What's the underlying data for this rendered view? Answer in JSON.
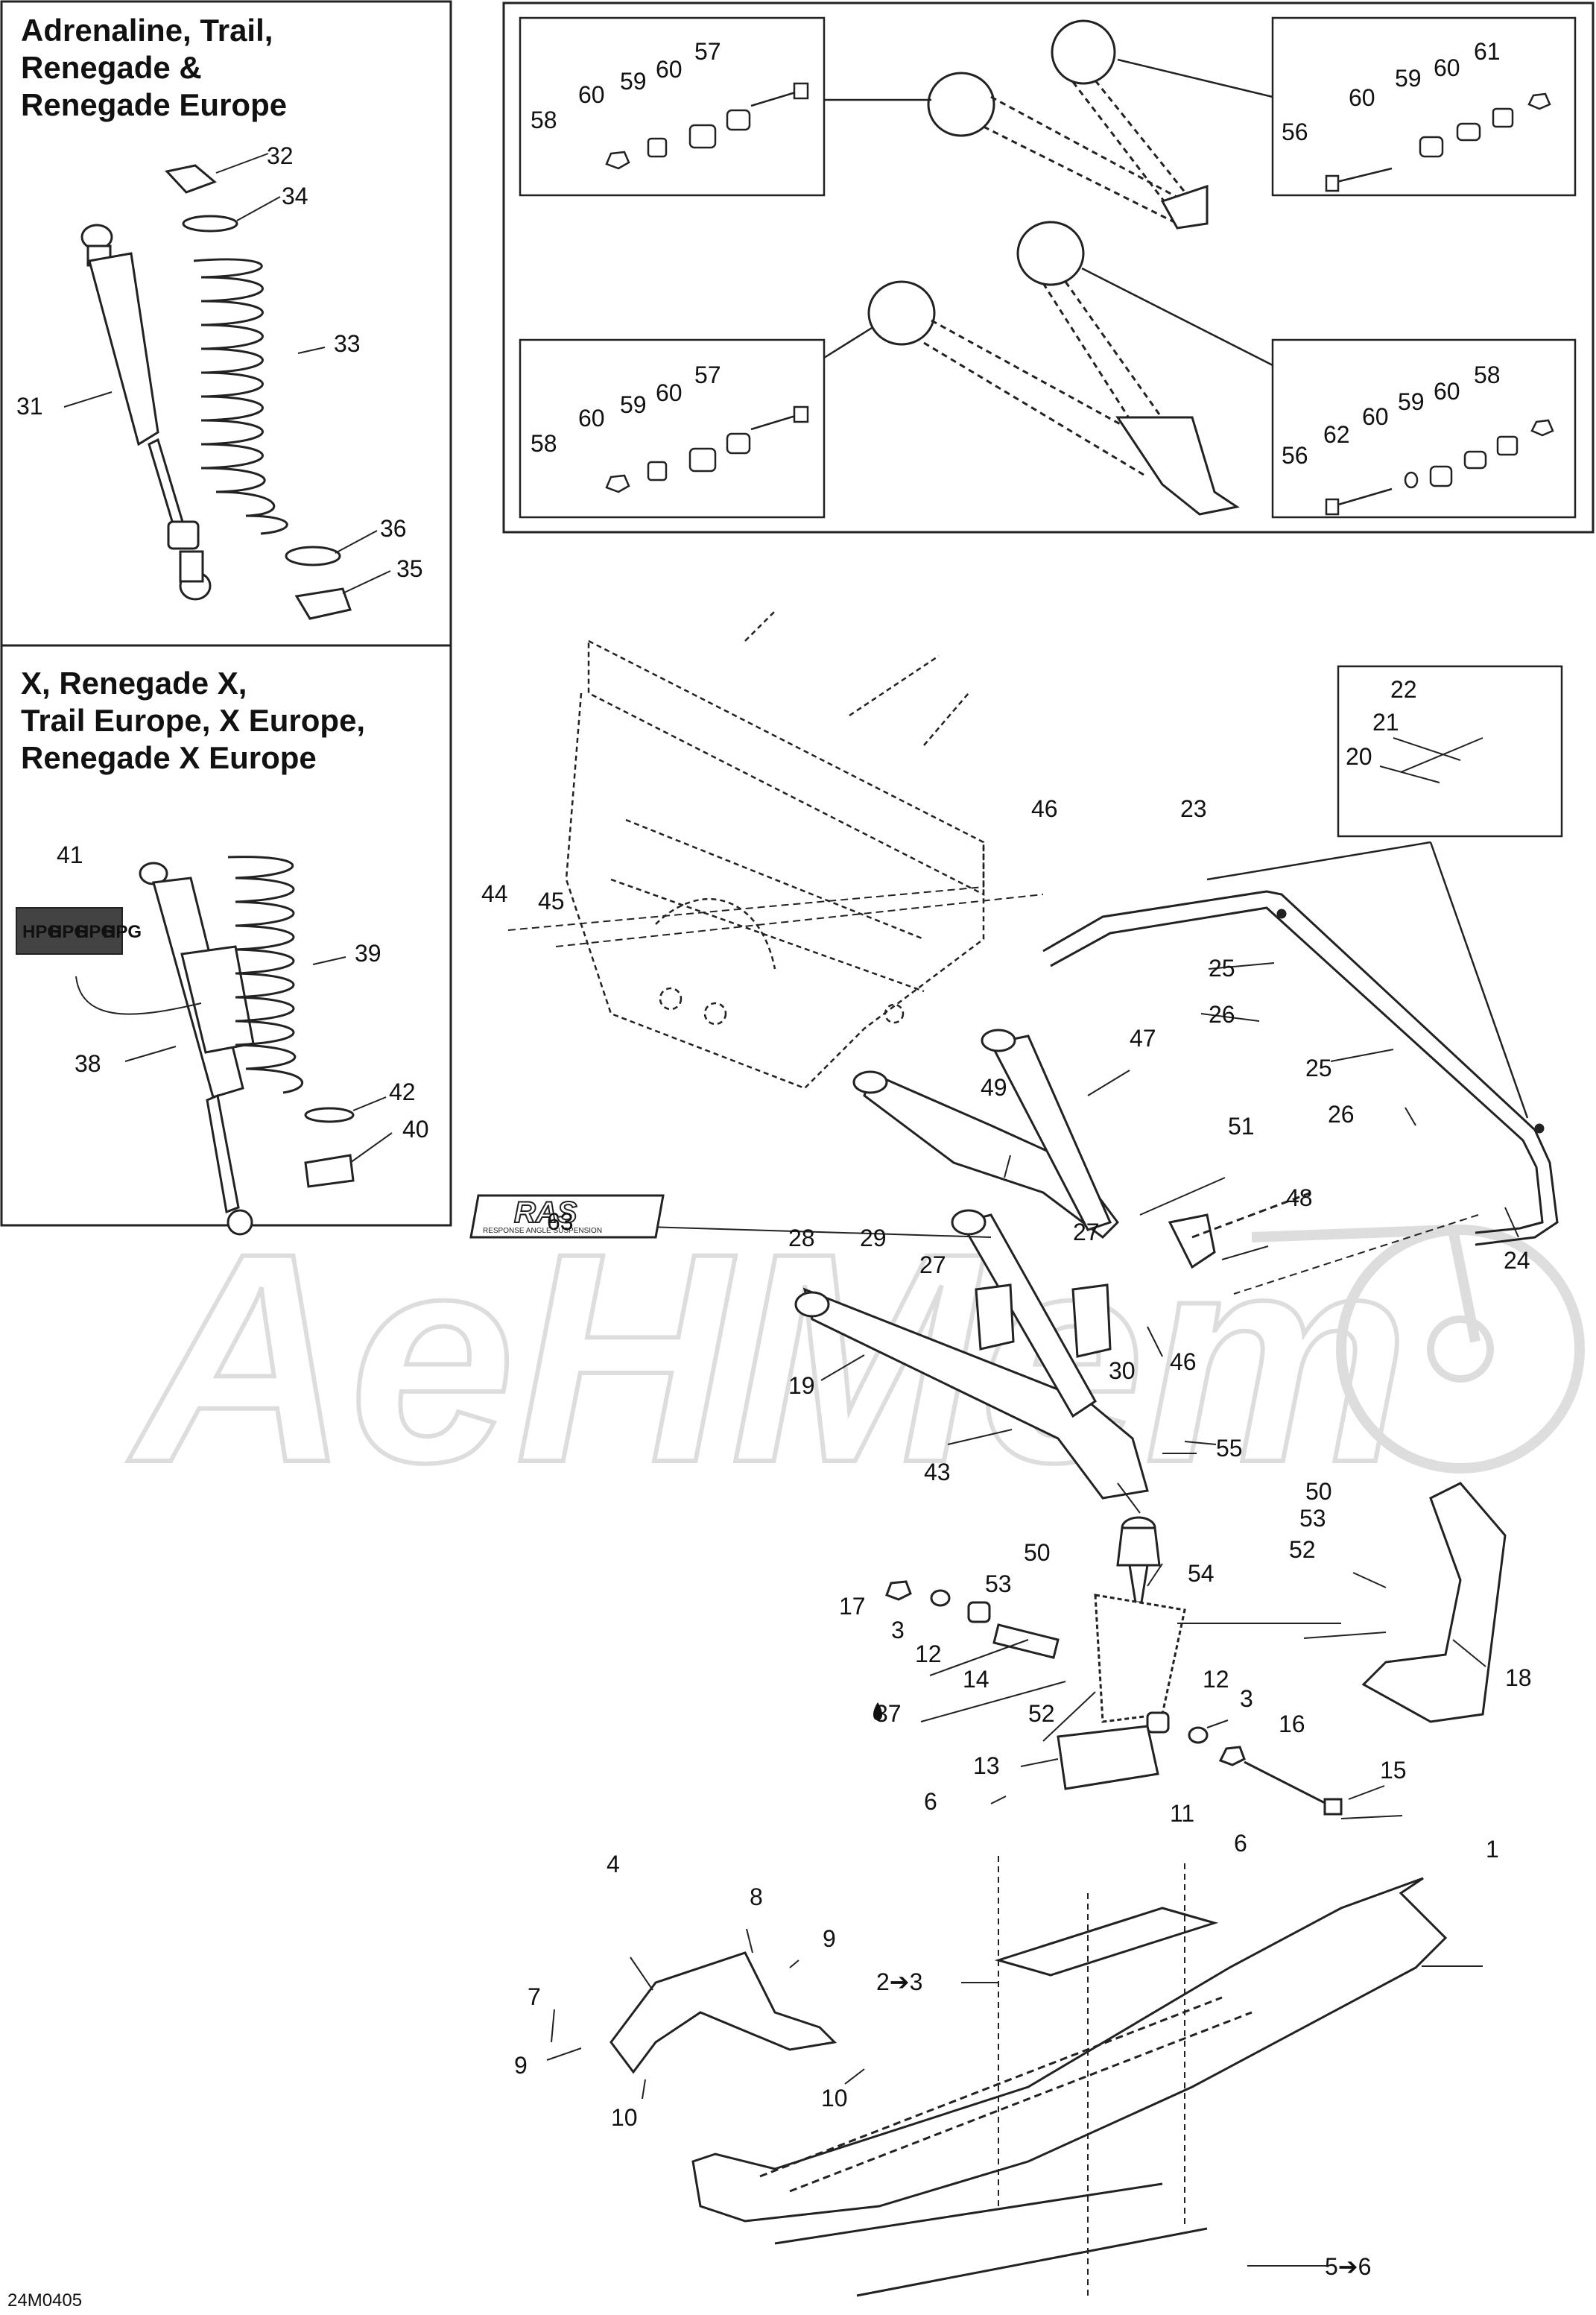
{
  "panels": {
    "top_left": {
      "title_lines": [
        "Adrenaline, Trail,",
        "Renegade &",
        "Renegade Europe"
      ]
    },
    "mid_left": {
      "title_lines": [
        "X, Renegade X,",
        "Trail Europe, X Europe,",
        "Renegade X Europe"
      ]
    }
  },
  "watermark": {
    "text": "AeHMem"
  },
  "logo": {
    "text": "RAS",
    "tagline": "RESPONSE ANGLE SUSPENSION"
  },
  "hpg_tag": {
    "text": "HPG"
  },
  "diagram_code": "24M0405",
  "callouts": {
    "c32": "32",
    "c34": "34",
    "c33": "33",
    "c31": "31",
    "c36": "36",
    "c35": "35",
    "c41": "41",
    "c39": "39",
    "c38": "38",
    "c42": "42",
    "c40": "40",
    "b1_58": "58",
    "b1_60a": "60",
    "b1_59": "59",
    "b1_60b": "60",
    "b1_57": "57",
    "b2_56": "56",
    "b2_60a": "60",
    "b2_59": "59",
    "b2_60b": "60",
    "b2_61": "61",
    "b3_58": "58",
    "b3_60a": "60",
    "b3_59": "59",
    "b3_60b": "60",
    "b3_57": "57",
    "b4_56": "56",
    "b4_62": "62",
    "b4_60a": "60",
    "b4_59": "59",
    "b4_60b": "60",
    "b4_58": "58",
    "c22": "22",
    "c21": "21",
    "c20": "20",
    "c46a": "46",
    "c23": "23",
    "c44": "44",
    "c45": "45",
    "c25a": "25",
    "c26a": "26",
    "c25b": "25",
    "c26b": "26",
    "c47": "47",
    "c49": "49",
    "c51": "51",
    "c63": "63",
    "c28": "28",
    "c29": "29",
    "c27a": "27",
    "c27b": "27",
    "c48": "48",
    "c24": "24",
    "c30": "30",
    "c46b": "46",
    "c19": "19",
    "c43": "43",
    "c55": "55",
    "c50a": "50",
    "c53a": "53",
    "c52a": "52",
    "c54": "54",
    "c18": "18",
    "c17": "17",
    "c3a": "3",
    "c12a": "12",
    "c14": "14",
    "c50b": "50",
    "c53b": "53",
    "c52b": "52",
    "c37": "37",
    "c12b": "12",
    "c3b": "3",
    "c16": "16",
    "c13": "13",
    "c15": "15",
    "c6a": "6",
    "c11": "11",
    "c6b": "6",
    "c1": "1",
    "c4": "4",
    "c8": "8",
    "c9a": "9",
    "c7": "7",
    "c23b": "2➔3",
    "c9b": "9",
    "c10a": "10",
    "c10b": "10",
    "c56b": "5➔6"
  }
}
